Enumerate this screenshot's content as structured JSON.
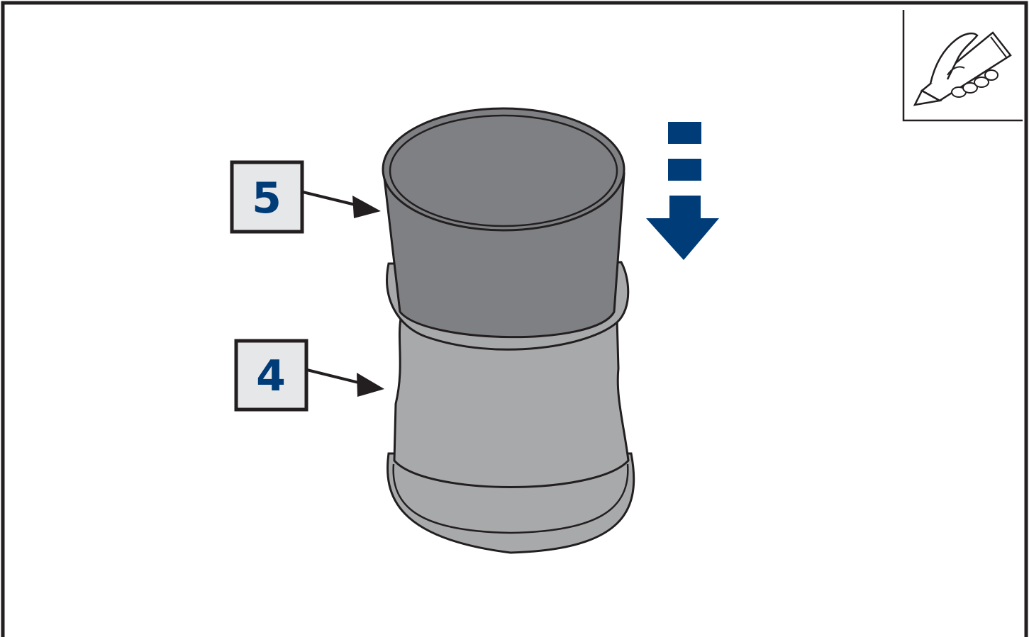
{
  "callouts": [
    {
      "id": "callout-5",
      "label": "5",
      "points_to": "inner-tube"
    },
    {
      "id": "callout-4",
      "label": "4",
      "points_to": "outer-sleeve"
    }
  ],
  "icons": {
    "corner": "glue-applicator-hand-icon",
    "direction": "downward-insert-arrow-icon"
  },
  "colors": {
    "accent_blue": "#003c78",
    "label_box_bg": "#e6e7e8",
    "inner_tube_gray": "#7f8083",
    "outer_sleeve_gray": "#a8a9ab",
    "outline": "#231f20",
    "page_bg": "#ffffff"
  }
}
